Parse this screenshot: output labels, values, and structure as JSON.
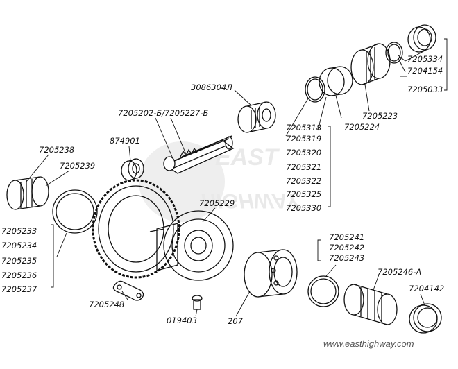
{
  "labels": {
    "p3086304": "3086304Л",
    "p7205202": "7205202-Б/7205227-Б",
    "p874901": "874901",
    "p7205238": "7205238",
    "p7205239": "7205239",
    "p7205233": "7205233",
    "p7205234": "7205234",
    "p7205235": "7205235",
    "p7205236": "7205236",
    "p7205237": "7205237",
    "p7205248": "7205248",
    "p019403": "019403",
    "p207": "207",
    "p7205229": "7205229",
    "p7205318": "7205318",
    "p7205319": "7205319",
    "p7205320": "7205320",
    "p7205321": "7205321",
    "p7205322": "7205322",
    "p7205325": "7205325",
    "p7205330": "7205330",
    "p7205224": "7205224",
    "p7205223": "7205223",
    "p7205334": "7205334",
    "p7204154": "7204154",
    "p7205033": "7205033",
    "p7205241": "7205241",
    "p7205242": "7205242",
    "p7205243": "7205243",
    "p7205246": "7205246-А",
    "p7204142": "7204142"
  },
  "watermark": {
    "logo_text": "EAST HIGHWAY",
    "url": "www.easthighway.com"
  }
}
